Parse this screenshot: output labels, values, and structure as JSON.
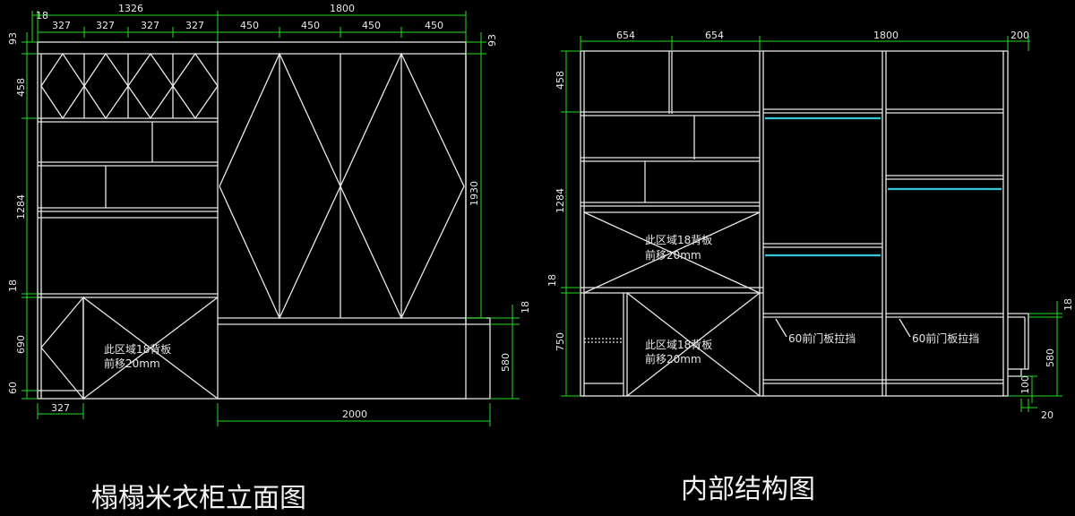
{
  "titles": {
    "left": "榻榻米衣柜立面图",
    "right": "内部结构图"
  },
  "notes": {
    "backboard_line1": "此区域18背板",
    "backboard_line2": "前移20mm",
    "door_stop": "60前门板拉挡"
  },
  "left_dims": {
    "top_total_1": "1326",
    "top_total_2": "1800",
    "edge": "18",
    "seg_a": "327",
    "seg_b": "450",
    "right_top": "93",
    "left_top": "93",
    "left_458": "458",
    "left_1284": "1284",
    "left_18": "18",
    "left_690": "690",
    "left_60": "60",
    "right_1930": "1930",
    "right_18": "18",
    "right_580": "580",
    "bottom_327": "327",
    "bottom_2000": "2000"
  },
  "right_dims": {
    "top_654a": "654",
    "top_654b": "654",
    "top_1800": "1800",
    "top_200": "200",
    "left_458": "458",
    "left_1284": "1284",
    "left_18": "18",
    "left_750": "750",
    "right_18": "18",
    "right_580": "580",
    "right_100": "100",
    "bottom_20": "20"
  }
}
